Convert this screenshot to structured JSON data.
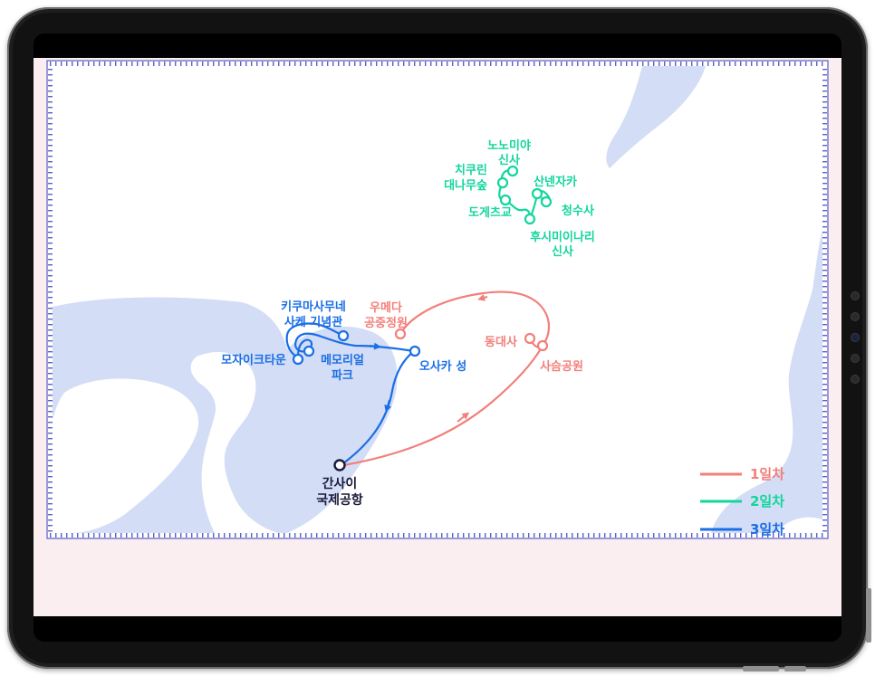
{
  "map": {
    "colors": {
      "water": "#d3ddf5",
      "land": "#ffffff",
      "frame": "#5a62c8",
      "day1": "#f27f7a",
      "day2": "#12d69c",
      "day3": "#1a6ee6",
      "airport": "#1a1a3a"
    },
    "places": {
      "nonomiya_line1": "노노미야",
      "nonomiya_line2": "신사",
      "chikurin_line1": "치쿠린",
      "chikurin_line2": "대나무숲",
      "sannenzaka": "산넨자카",
      "kiyomizudera": "청수사",
      "togetsukyo": "도게츠교",
      "fushimi_line1": "후시미이나리",
      "fushimi_line2": "신사",
      "umeda_line1": "우메다",
      "umeda_line2": "공중정원",
      "todaiji": "동대사",
      "sarusawa": "사슴공원",
      "kitte_line1": "키쿠마사무네",
      "kitte_line2": "사케 기념관",
      "mosaic": "모자이크타운",
      "memorial_line1": "메모리얼",
      "memorial_line2": "파크",
      "osaka_castle": "오사카 성",
      "kansai_line1": "간사이",
      "kansai_line2": "국제공항"
    },
    "legend": [
      {
        "label": "1일차",
        "color": "#f27f7a"
      },
      {
        "label": "2일차",
        "color": "#12d69c"
      },
      {
        "label": "3일차",
        "color": "#1a6ee6"
      }
    ]
  }
}
